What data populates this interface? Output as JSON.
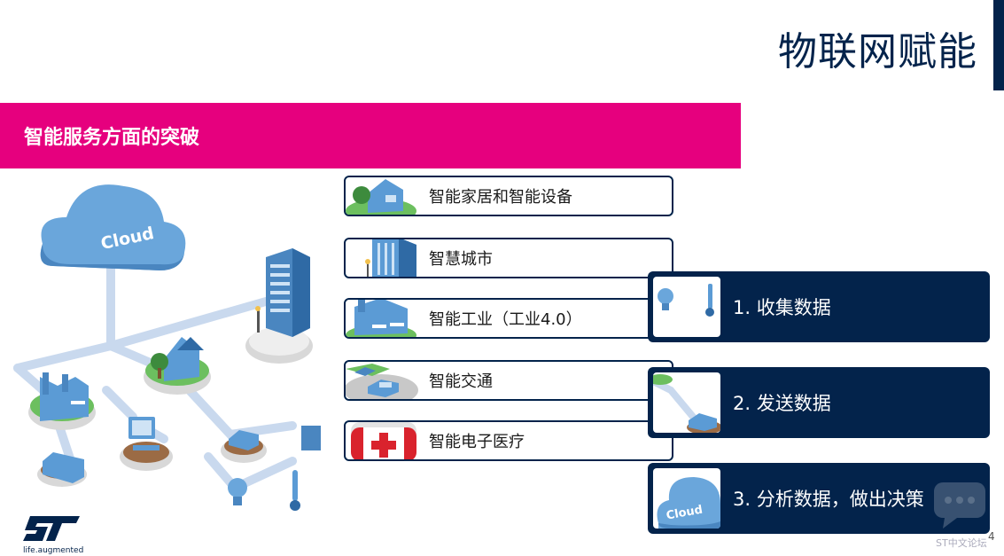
{
  "header": {
    "title": "物联网赋能"
  },
  "banner": {
    "title": "智能服务方面的突破"
  },
  "illustration": {
    "cloud_label": "Cloud"
  },
  "domains": [
    {
      "label": "智能家居和智能设备",
      "icon": "house-icon"
    },
    {
      "label": "智慧城市",
      "icon": "building-icon"
    },
    {
      "label": "智能工业（工业4.0）",
      "icon": "factory-icon"
    },
    {
      "label": "智能交通",
      "icon": "car-icon"
    },
    {
      "label": "智能电子医疗",
      "icon": "medical-kit-icon"
    }
  ],
  "steps": [
    {
      "label": "1. 收集数据",
      "icon": "sensor-icon"
    },
    {
      "label": "2. 发送数据",
      "icon": "gateway-icon"
    },
    {
      "label": "3. 分析数据，做出决策",
      "icon": "cloud-icon",
      "icon_text": "Cloud"
    }
  ],
  "footer": {
    "tagline": "life.augmented",
    "page_number": "4",
    "watermark": "ST中文论坛"
  },
  "colors": {
    "navy": "#03234b",
    "magenta": "#e6007e",
    "blue": "#5b9bd5",
    "green": "#6cbf5f"
  }
}
